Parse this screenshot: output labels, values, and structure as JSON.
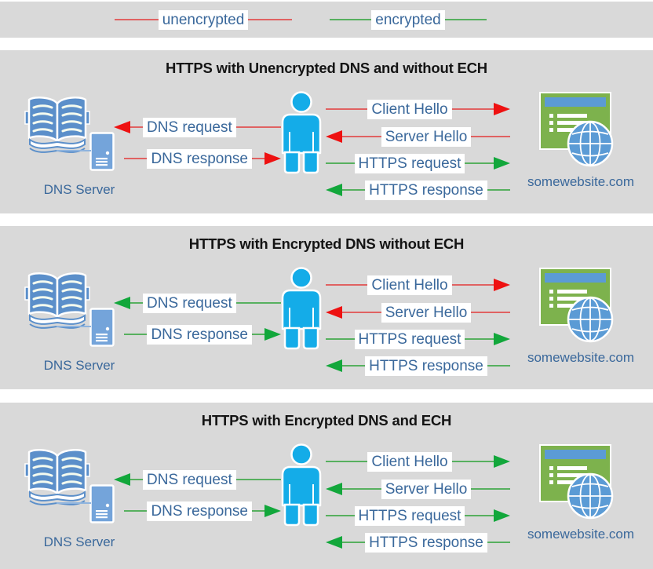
{
  "legend": {
    "items": [
      {
        "label": "unencrypted",
        "enc": "unencrypted"
      },
      {
        "label": "encrypted",
        "enc": "encrypted"
      }
    ]
  },
  "colors": {
    "page_bg": "#ffffff",
    "panel_bg": "#d9d9d9",
    "label_text": "#3a689b",
    "title_text": "#141414",
    "unencrypted_line": "#e06262",
    "unencrypted_head": "#ee1111",
    "encrypted_line": "#57b05f",
    "encrypted_head": "#12a73b",
    "person_blue": "#14ace8",
    "book_blue": "#5b8fca",
    "server_blue": "#74a4da",
    "website_green": "#7db24d",
    "bar_blue": "#5b9bd5"
  },
  "panels": [
    {
      "title": "HTTPS with Unencrypted DNS and without ECH",
      "dns_server_label": "DNS Server",
      "website_label": "somewebsite.com",
      "dns_request": {
        "label": "DNS request",
        "enc": "unencrypted"
      },
      "dns_response": {
        "label": "DNS response",
        "enc": "unencrypted"
      },
      "client_hello": {
        "label": "Client Hello",
        "enc": "unencrypted"
      },
      "server_hello": {
        "label": "Server Hello",
        "enc": "unencrypted"
      },
      "https_request": {
        "label": "HTTPS request",
        "enc": "encrypted"
      },
      "https_response": {
        "label": "HTTPS response",
        "enc": "encrypted"
      }
    },
    {
      "title": "HTTPS with Encrypted DNS without ECH",
      "dns_server_label": "DNS Server",
      "website_label": "somewebsite.com",
      "dns_request": {
        "label": "DNS request",
        "enc": "encrypted"
      },
      "dns_response": {
        "label": "DNS response",
        "enc": "encrypted"
      },
      "client_hello": {
        "label": "Client Hello",
        "enc": "unencrypted"
      },
      "server_hello": {
        "label": "Server Hello",
        "enc": "unencrypted"
      },
      "https_request": {
        "label": "HTTPS request",
        "enc": "encrypted"
      },
      "https_response": {
        "label": "HTTPS response",
        "enc": "encrypted"
      }
    },
    {
      "title": "HTTPS with Encrypted DNS and ECH",
      "dns_server_label": "DNS Server",
      "website_label": "somewebsite.com",
      "dns_request": {
        "label": "DNS request",
        "enc": "encrypted"
      },
      "dns_response": {
        "label": "DNS response",
        "enc": "encrypted"
      },
      "client_hello": {
        "label": "Client Hello",
        "enc": "encrypted"
      },
      "server_hello": {
        "label": "Server Hello",
        "enc": "encrypted"
      },
      "https_request": {
        "label": "HTTPS request",
        "enc": "encrypted"
      },
      "https_response": {
        "label": "HTTPS response",
        "enc": "encrypted"
      }
    }
  ]
}
